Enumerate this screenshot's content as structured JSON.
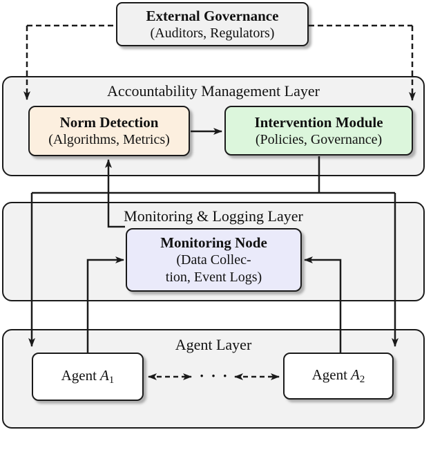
{
  "external_governance": {
    "title": "External Governance",
    "subtitle": "(Auditors, Regulators)"
  },
  "accountability_layer": {
    "title": "Accountability Management Layer",
    "norm_detection": {
      "title": "Norm Detection",
      "subtitle": "(Algorithms, Metrics)"
    },
    "intervention_module": {
      "title": "Intervention Module",
      "subtitle": "(Policies, Governance)"
    }
  },
  "monitoring_layer": {
    "title": "Monitoring & Logging Layer",
    "monitoring_node": {
      "title": "Monitoring Node",
      "subtitle_line1": "(Data Collec-",
      "subtitle_line2": "tion, Event Logs)"
    }
  },
  "agent_layer": {
    "title": "Agent Layer",
    "agent1": {
      "prefix": "Agent",
      "symbol": "A",
      "subscript": "1"
    },
    "agent2": {
      "prefix": "Agent",
      "symbol": "A",
      "subscript": "2"
    },
    "ellipsis": "· · ·"
  },
  "colors": {
    "layer_fill": "#f2f2f2",
    "external_governance_fill": "#f1f1f1",
    "norm_detection_fill": "#fcefdf",
    "intervention_module_fill": "#dcf6dc",
    "monitoring_node_fill": "#eaeafa",
    "agent_fill": "#ffffff",
    "line_color": "#1a1a1a"
  }
}
